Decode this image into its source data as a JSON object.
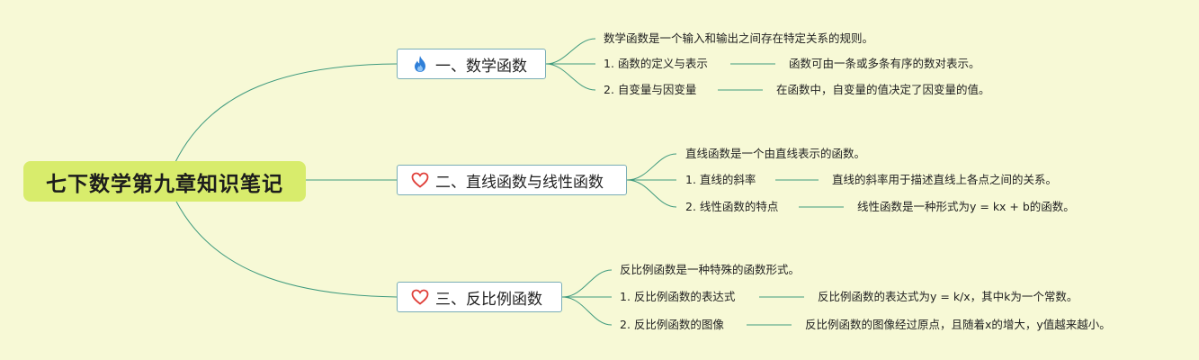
{
  "root": {
    "title": "七下数学第九章知识笔记"
  },
  "branches": [
    {
      "title": "一、数学函数",
      "icon": "fire-icon",
      "summary": "数学函数是一个输入和输出之间存在特定关系的规则。",
      "items": [
        {
          "label": "1. 函数的定义与表示",
          "detail": "函数可由一条或多条有序的数对表示。"
        },
        {
          "label": "2. 自变量与因变量",
          "detail": "在函数中，自变量的值决定了因变量的值。"
        }
      ]
    },
    {
      "title": "二、直线函数与线性函数",
      "icon": "heart-icon",
      "summary": "直线函数是一个由直线表示的函数。",
      "items": [
        {
          "label": "1. 直线的斜率",
          "detail": "直线的斜率用于描述直线上各点之间的关系。"
        },
        {
          "label": "2. 线性函数的特点",
          "detail": "线性函数是一种形式为y = kx + b的函数。"
        }
      ]
    },
    {
      "title": "三、反比例函数",
      "icon": "heart-icon",
      "summary": "反比例函数是一种特殊的函数形式。",
      "items": [
        {
          "label": "1. 反比例函数的表达式",
          "detail": "反比例函数的表达式为y = k/x，其中k为一个常数。"
        },
        {
          "label": "2. 反比例函数的图像",
          "detail": "反比例函数的图像经过原点，且随着x的增大，y值越来越小。"
        }
      ]
    }
  ],
  "colors": {
    "background": "#f7f9d6",
    "root_fill": "#d8ec6c",
    "line": "#3f9a7e",
    "box_border": "#7aaeb6",
    "fire": "#2f7fd8",
    "heart": "#e0403a"
  }
}
